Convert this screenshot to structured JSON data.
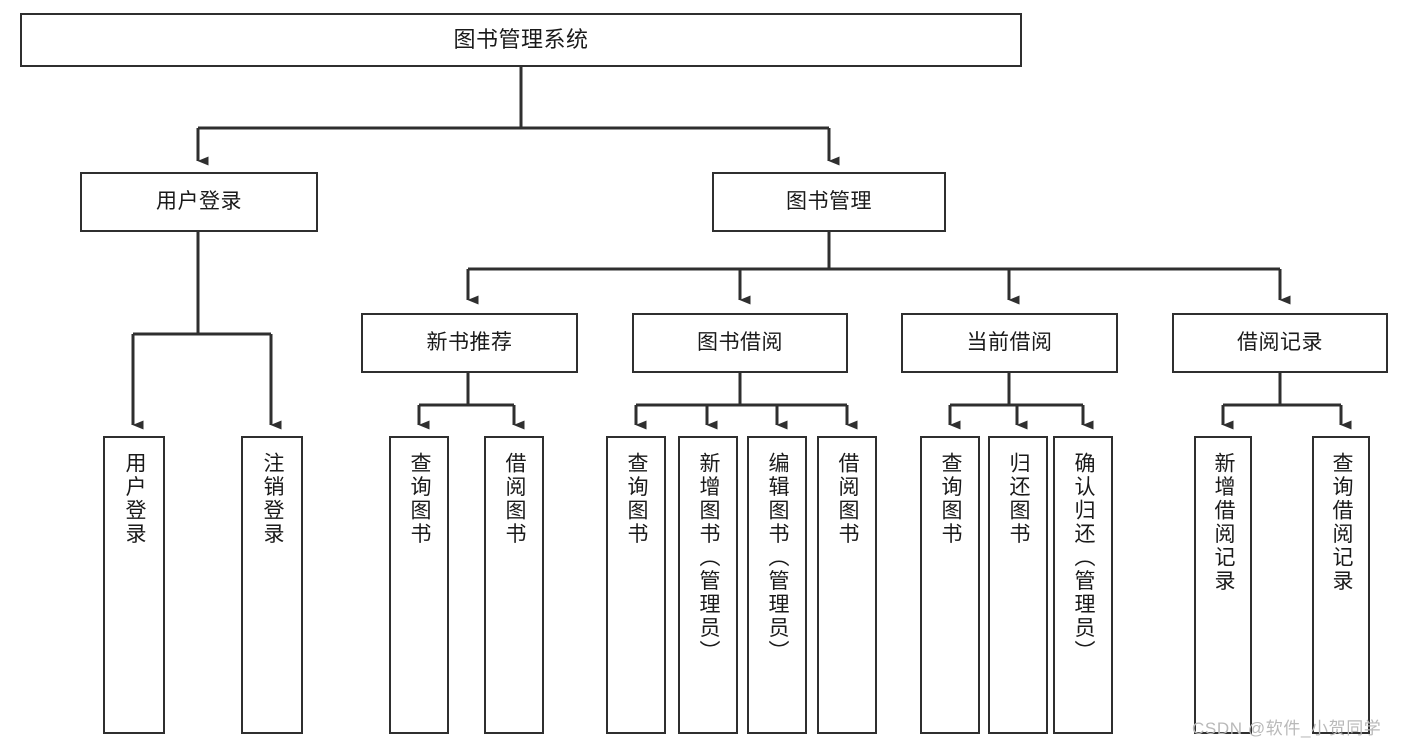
{
  "diagram": {
    "title": "图书管理系统",
    "type": "tree",
    "orientation": "top-down",
    "colors": {
      "node_border": "#2f2f2f",
      "node_fill": "#ffffff",
      "edge": "#2f2f2f",
      "text": "#1a1a1a",
      "watermark": "#b9b9b9",
      "background": "#ffffff"
    },
    "watermark": "CSDN @软件_小贺同学",
    "nodes": {
      "root": {
        "id": "root",
        "label": "图书管理系统",
        "level": 0
      },
      "l1": [
        {
          "id": "user-login",
          "label": "用户登录",
          "level": 1
        },
        {
          "id": "book-manage",
          "label": "图书管理",
          "level": 1
        }
      ],
      "l2": [
        {
          "id": "new-book-rec",
          "label": "新书推荐",
          "level": 2,
          "parent": "book-manage"
        },
        {
          "id": "book-borrow",
          "label": "图书借阅",
          "level": 2,
          "parent": "book-manage"
        },
        {
          "id": "current-borrow",
          "label": "当前借阅",
          "level": 2,
          "parent": "book-manage"
        },
        {
          "id": "borrow-record",
          "label": "借阅记录",
          "level": 2,
          "parent": "book-manage"
        }
      ],
      "leaves": [
        {
          "id": "leaf-user-login",
          "label": "用户登录",
          "parent": "user-login"
        },
        {
          "id": "leaf-logout-login",
          "label": "注销登录",
          "parent": "user-login"
        },
        {
          "id": "leaf-query-book-rec",
          "label": "查询图书",
          "parent": "new-book-rec"
        },
        {
          "id": "leaf-borrow-book-rec",
          "label": "借阅图书",
          "parent": "new-book-rec"
        },
        {
          "id": "leaf-query-book-borrow",
          "label": "查询图书",
          "parent": "book-borrow"
        },
        {
          "id": "leaf-add-book",
          "label": "新增图书（管理员）",
          "parent": "book-borrow"
        },
        {
          "id": "leaf-edit-book",
          "label": "编辑图书（管理员）",
          "parent": "book-borrow"
        },
        {
          "id": "leaf-borrow-book",
          "label": "借阅图书",
          "parent": "book-borrow"
        },
        {
          "id": "leaf-query-book-current",
          "label": "查询图书",
          "parent": "current-borrow"
        },
        {
          "id": "leaf-return-book",
          "label": "归还图书",
          "parent": "current-borrow"
        },
        {
          "id": "leaf-confirm-return",
          "label": "确认归还（管理员）",
          "parent": "current-borrow"
        },
        {
          "id": "leaf-add-record",
          "label": "新增借阅记录",
          "parent": "borrow-record"
        },
        {
          "id": "leaf-query-record",
          "label": "查询借阅记录",
          "parent": "borrow-record"
        }
      ]
    }
  }
}
